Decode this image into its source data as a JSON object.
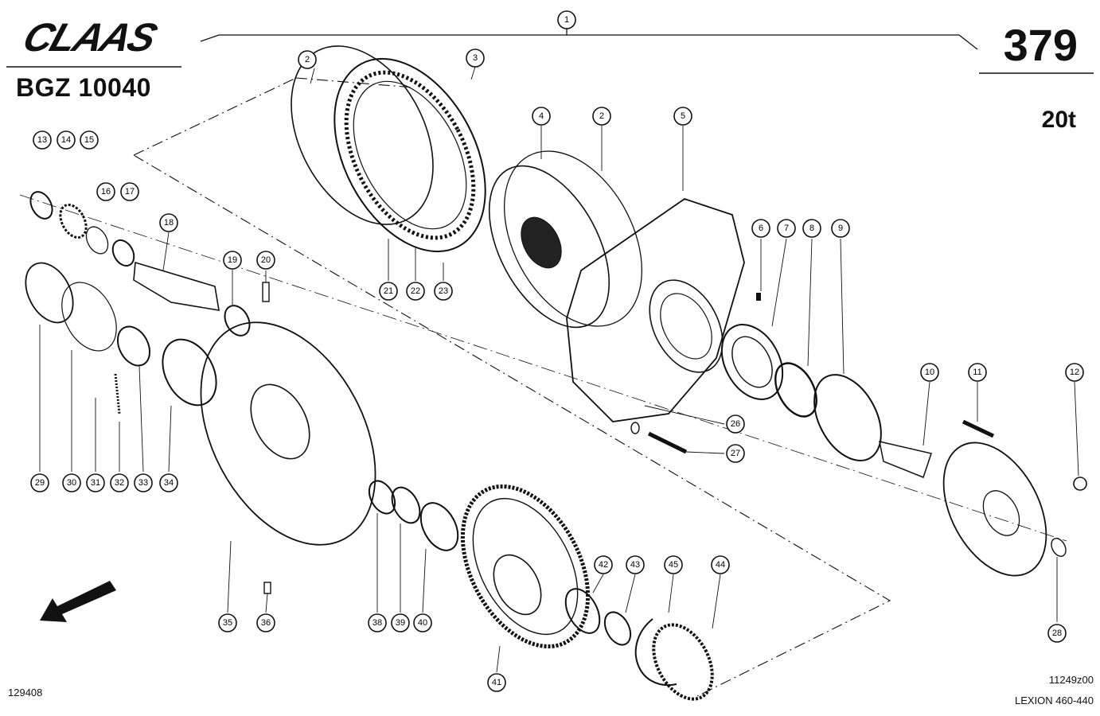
{
  "header": {
    "brand": "CLAAS",
    "model_code": "BGZ 10040",
    "page_number": "379",
    "weight_class": "20t"
  },
  "footer": {
    "doc_number": "129408",
    "drawing_id": "11249z00",
    "series": "LEXION 460-440"
  },
  "callouts": [
    {
      "id": "c1",
      "label": "1"
    },
    {
      "id": "c2a",
      "label": "2"
    },
    {
      "id": "c3",
      "label": "3"
    },
    {
      "id": "c4",
      "label": "4"
    },
    {
      "id": "c2b",
      "label": "2"
    },
    {
      "id": "c5",
      "label": "5"
    },
    {
      "id": "c6",
      "label": "6"
    },
    {
      "id": "c7",
      "label": "7"
    },
    {
      "id": "c8",
      "label": "8"
    },
    {
      "id": "c9",
      "label": "9"
    },
    {
      "id": "c10",
      "label": "10"
    },
    {
      "id": "c11",
      "label": "11"
    },
    {
      "id": "c12",
      "label": "12"
    },
    {
      "id": "c13",
      "label": "13"
    },
    {
      "id": "c14",
      "label": "14"
    },
    {
      "id": "c15",
      "label": "15"
    },
    {
      "id": "c16",
      "label": "16"
    },
    {
      "id": "c17",
      "label": "17"
    },
    {
      "id": "c18",
      "label": "18"
    },
    {
      "id": "c19",
      "label": "19"
    },
    {
      "id": "c20",
      "label": "20"
    },
    {
      "id": "c21",
      "label": "21"
    },
    {
      "id": "c22",
      "label": "22"
    },
    {
      "id": "c23",
      "label": "23"
    },
    {
      "id": "c26",
      "label": "26"
    },
    {
      "id": "c27",
      "label": "27"
    },
    {
      "id": "c28",
      "label": "28"
    },
    {
      "id": "c29",
      "label": "29"
    },
    {
      "id": "c30",
      "label": "30"
    },
    {
      "id": "c31",
      "label": "31"
    },
    {
      "id": "c32",
      "label": "32"
    },
    {
      "id": "c33",
      "label": "33"
    },
    {
      "id": "c34",
      "label": "34"
    },
    {
      "id": "c35",
      "label": "35"
    },
    {
      "id": "c36",
      "label": "36"
    },
    {
      "id": "c38",
      "label": "38"
    },
    {
      "id": "c39",
      "label": "39"
    },
    {
      "id": "c40",
      "label": "40"
    },
    {
      "id": "c41",
      "label": "41"
    },
    {
      "id": "c42",
      "label": "42"
    },
    {
      "id": "c43",
      "label": "43"
    },
    {
      "id": "c45",
      "label": "45"
    },
    {
      "id": "c44",
      "label": "44"
    }
  ],
  "icons": {
    "direction_arrow": "arrow-down-left-icon"
  }
}
